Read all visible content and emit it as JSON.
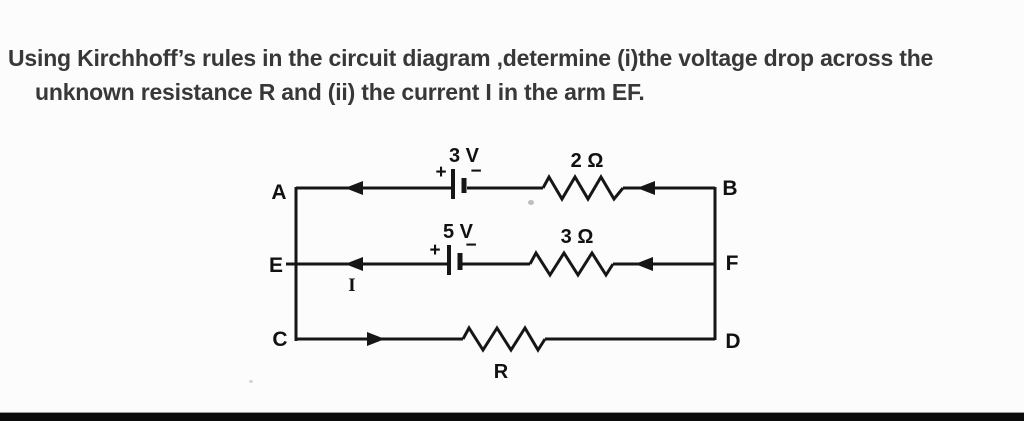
{
  "question": {
    "line1": "Using Kirchhoff’s rules in the circuit diagram ,determine (i)the voltage drop across the",
    "line2": "unknown resistance R and (ii) the current I in the arm EF."
  },
  "circuit": {
    "node_a": "A",
    "node_b": "B",
    "node_e": "E",
    "node_f": "F",
    "node_c": "C",
    "node_d": "D",
    "battery_top_label": "3 V",
    "battery_top_plus": "+",
    "battery_top_minus": "−",
    "battery_mid_label": "5 V",
    "battery_mid_plus": "+",
    "battery_mid_minus": "−",
    "resistor_top_label": "2 Ω",
    "resistor_mid_label": "3 Ω",
    "resistor_bottom_label": "R",
    "current_label": "I"
  },
  "colors": {
    "ink": "#161616",
    "question_text": "#383838",
    "background": "#fcfcfc",
    "bottom_bar": "#0d0d0d"
  }
}
